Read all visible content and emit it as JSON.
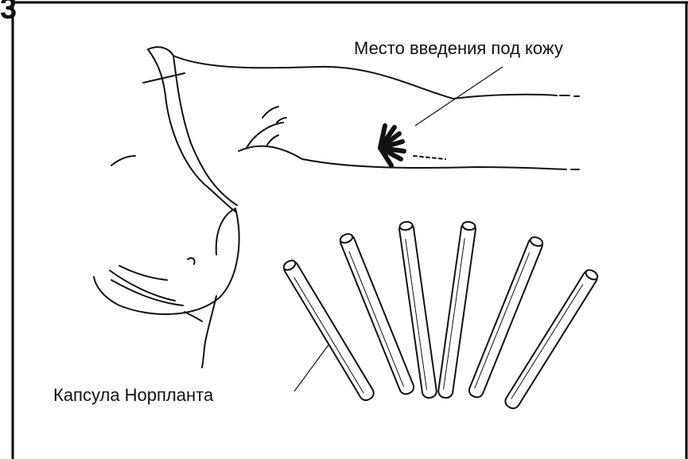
{
  "figure": {
    "panel_number": "3",
    "labels": {
      "insertion_site": "Место введения под кожу",
      "capsule": "Капсула Норпланта"
    },
    "capsule_count": 6,
    "colors": {
      "line": "#111111",
      "background": "#ffffff",
      "frame": "#000000"
    }
  }
}
